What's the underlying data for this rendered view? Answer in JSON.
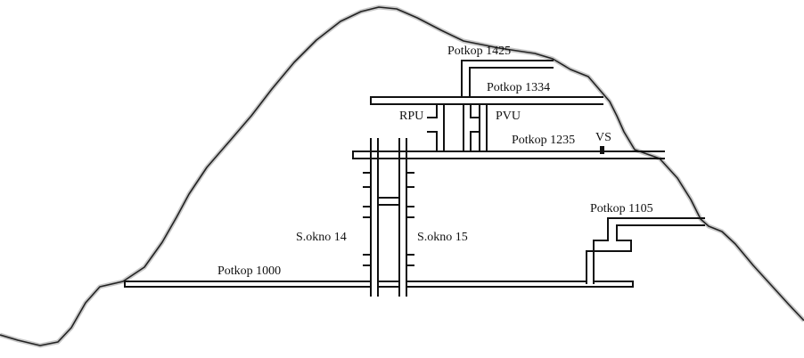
{
  "labels": {
    "potkop_1425": "Potkop 1425",
    "potkop_1334": "Potkop 1334",
    "rpu": "RPU",
    "pvu": "PVU",
    "potkop_1235": "Potkop 1235",
    "vs": "VS",
    "potkop_1105": "Potkop 1105",
    "s_okno_14": "S.okno 14",
    "s_okno_15": "S.okno 15",
    "potkop_1000": "Potkop 1000"
  },
  "colors": {
    "line": "#111111",
    "ridge": "#222222",
    "background": "#ffffff"
  }
}
